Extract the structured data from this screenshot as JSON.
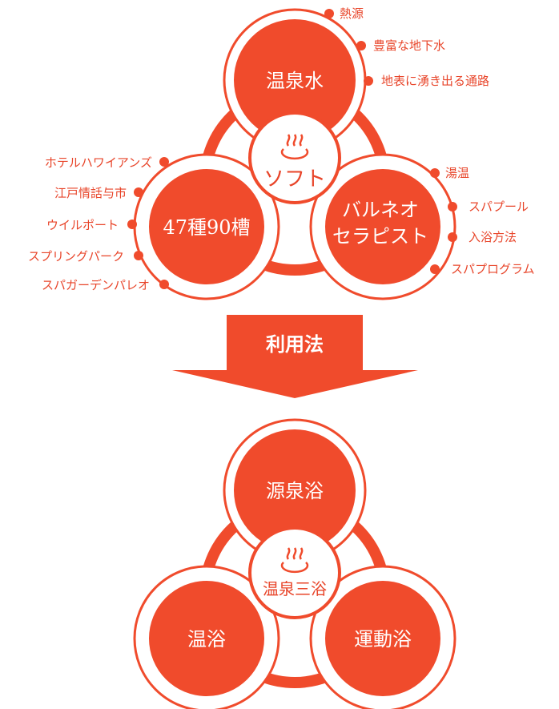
{
  "colors": {
    "accent": "#f04b2c",
    "text": "#e8452a"
  },
  "top": {
    "center": "ソフト",
    "center_icon": "hot-spring-icon",
    "top_circle": "温泉水",
    "left_circle": "47種90槽",
    "right_circle_line1": "バルネオ",
    "right_circle_line2": "セラピスト",
    "top_labels": [
      "熱源",
      "豊富な地下水",
      "地表に湧き出る通路"
    ],
    "left_labels": [
      "ホテルハワイアンズ",
      "江戸情話与市",
      "ウイルポート",
      "スプリングパーク",
      "スパガーデンパレオ"
    ],
    "right_labels": [
      "湯温",
      "スパプール",
      "入浴方法",
      "スパプログラム"
    ]
  },
  "arrow": {
    "label": "利用法"
  },
  "bottom": {
    "center": "温泉三浴",
    "center_icon": "hot-spring-icon",
    "top_circle": "源泉浴",
    "left_circle": "温浴",
    "right_circle": "運動浴"
  }
}
